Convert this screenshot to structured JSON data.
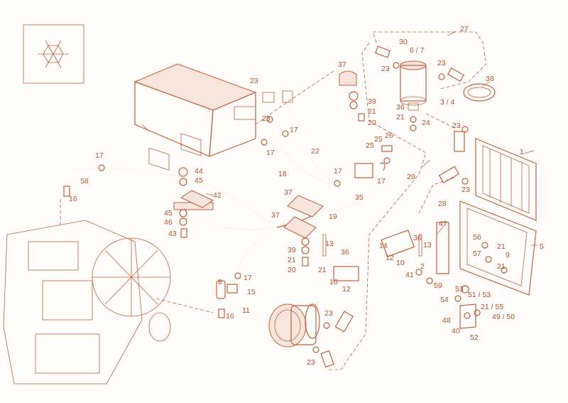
{
  "colors": {
    "line": "#c4603a",
    "label": "#b4532d",
    "fill": "#f6e5dc",
    "background": "#fefdfc"
  },
  "icons": {
    "legend_box": "snowflake-icon"
  },
  "parts": [
    {
      "id": "p27",
      "text": "27"
    },
    {
      "id": "p30",
      "text": "30"
    },
    {
      "id": "p67",
      "text": "6 / 7"
    },
    {
      "id": "p23a",
      "text": "23"
    },
    {
      "id": "p23b",
      "text": "23"
    },
    {
      "id": "p38",
      "text": "38"
    },
    {
      "id": "p34",
      "text": "3 / 4"
    },
    {
      "id": "p36a",
      "text": "36"
    },
    {
      "id": "p21a",
      "text": "21"
    },
    {
      "id": "p24",
      "text": "24"
    },
    {
      "id": "p37a",
      "text": "37"
    },
    {
      "id": "p39a",
      "text": "39"
    },
    {
      "id": "p21b",
      "text": "21"
    },
    {
      "id": "p20a",
      "text": "20"
    },
    {
      "id": "p23c",
      "text": "23"
    },
    {
      "id": "p23d",
      "text": "23"
    },
    {
      "id": "p17a",
      "text": "17"
    },
    {
      "id": "p17b",
      "text": "17"
    },
    {
      "id": "p22",
      "text": "22"
    },
    {
      "id": "p25",
      "text": "25"
    },
    {
      "id": "p26",
      "text": "26"
    },
    {
      "id": "p23e",
      "text": "23"
    },
    {
      "id": "p1",
      "text": "1"
    },
    {
      "id": "p18",
      "text": "18"
    },
    {
      "id": "p17c",
      "text": "17"
    },
    {
      "id": "p17d",
      "text": "17"
    },
    {
      "id": "p29",
      "text": "29"
    },
    {
      "id": "p23f",
      "text": "23"
    },
    {
      "id": "p17e",
      "text": "17"
    },
    {
      "id": "p58",
      "text": "58"
    },
    {
      "id": "p16a",
      "text": "16"
    },
    {
      "id": "p44",
      "text": "44"
    },
    {
      "id": "p45a",
      "text": "45"
    },
    {
      "id": "p42",
      "text": "42"
    },
    {
      "id": "p35",
      "text": "35"
    },
    {
      "id": "p37b",
      "text": "37"
    },
    {
      "id": "p28",
      "text": "28"
    },
    {
      "id": "p19",
      "text": "19"
    },
    {
      "id": "p45b",
      "text": "45"
    },
    {
      "id": "p46",
      "text": "46"
    },
    {
      "id": "p43",
      "text": "43"
    },
    {
      "id": "p37c",
      "text": "37"
    },
    {
      "id": "p47",
      "text": "47"
    },
    {
      "id": "p5",
      "text": "5"
    },
    {
      "id": "p14",
      "text": "14"
    },
    {
      "id": "p36b",
      "text": "36"
    },
    {
      "id": "p13a",
      "text": "13"
    },
    {
      "id": "p12a",
      "text": "12"
    },
    {
      "id": "p10a",
      "text": "10"
    },
    {
      "id": "p56",
      "text": "56"
    },
    {
      "id": "p21c",
      "text": "21"
    },
    {
      "id": "p57",
      "text": "57"
    },
    {
      "id": "p9",
      "text": "9"
    },
    {
      "id": "p21d",
      "text": "21"
    },
    {
      "id": "p13b",
      "text": "13"
    },
    {
      "id": "p36c",
      "text": "36"
    },
    {
      "id": "p39b",
      "text": "39"
    },
    {
      "id": "p21e",
      "text": "21"
    },
    {
      "id": "p20b",
      "text": "20"
    },
    {
      "id": "p21f",
      "text": "21"
    },
    {
      "id": "p2",
      "text": "2"
    },
    {
      "id": "p41",
      "text": "41"
    },
    {
      "id": "p59",
      "text": "59"
    },
    {
      "id": "p17f",
      "text": "17"
    },
    {
      "id": "p8",
      "text": "8"
    },
    {
      "id": "p15",
      "text": "15"
    },
    {
      "id": "p10b",
      "text": "10"
    },
    {
      "id": "p12b",
      "text": "12"
    },
    {
      "id": "p11",
      "text": "11"
    },
    {
      "id": "p16b",
      "text": "16"
    },
    {
      "id": "p53",
      "text": "53"
    },
    {
      "id": "p5153",
      "text": "51 / 53"
    },
    {
      "id": "p54",
      "text": "54"
    },
    {
      "id": "p2155",
      "text": "21 / 55"
    },
    {
      "id": "p48",
      "text": "48"
    },
    {
      "id": "p4950",
      "text": "49 / 50"
    },
    {
      "id": "p40",
      "text": "40"
    },
    {
      "id": "p52",
      "text": "52"
    },
    {
      "id": "p23g",
      "text": "23"
    },
    {
      "id": "p23h",
      "text": "23"
    }
  ]
}
